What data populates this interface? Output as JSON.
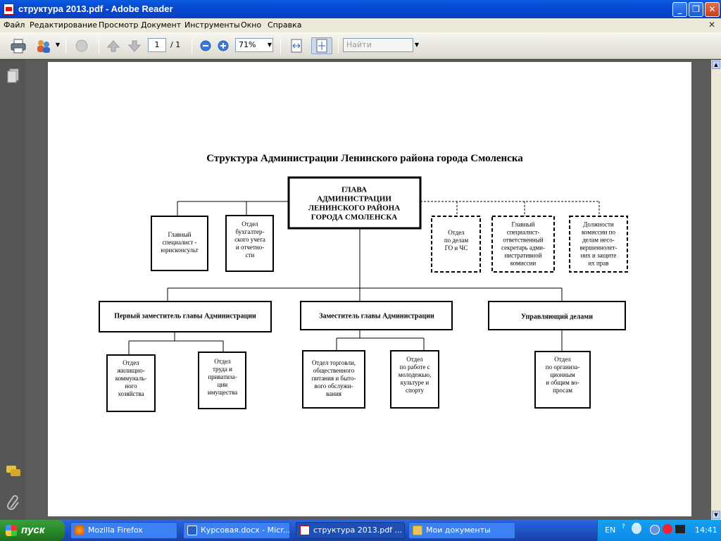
{
  "window": {
    "title": "структура 2013.pdf - Adobe Reader"
  },
  "menu": [
    "Файл",
    "Редактирование",
    "Просмотр",
    "Документ",
    "Инструменты",
    "Окно",
    "Справка"
  ],
  "toolbar": {
    "page_current": "1",
    "page_total": "/ 1",
    "zoom": "71%",
    "search_placeholder": "Найти"
  },
  "document": {
    "title": "Структура  Администрации  Ленинского  района  города Смоленска",
    "head_box": [
      "ГЛАВА",
      "АДМИНИСТРАЦИИ",
      "ЛЕНИНСКОГО РАЙОНА",
      "ГОРОДА СМОЛЕНСКА"
    ],
    "left_boxes": [
      [
        "Главный",
        "специалист -",
        "юрисконсульт"
      ],
      [
        "Отдел",
        "бухгалтер-",
        "ского учета",
        "и отчетно-",
        "сти"
      ]
    ],
    "dashed_boxes": [
      [
        "Отдел",
        "по делам",
        "ГО и ЧС"
      ],
      [
        "Главный",
        "специалист-",
        "ответственный",
        "секретарь адми-",
        "нистративной",
        "комиссии"
      ],
      [
        "Должности",
        "комиссии по",
        "делам несо-",
        "вершеннолет-",
        "них и защите",
        "их прав"
      ]
    ],
    "deputies": [
      "Первый заместитель главы Администрации",
      "Заместитель главы Администрации",
      "Управляющий  делами"
    ],
    "departments": [
      [
        "Отдел",
        "жилищно-",
        "коммуналь-",
        "ного",
        "хозяйства"
      ],
      [
        "Отдел",
        "труда  и",
        "приватиза-",
        "ции",
        "имущества"
      ],
      [
        "Отдел  торговли,",
        "общественного",
        "питания и быто-",
        "вого обслужи-",
        "вания"
      ],
      [
        "Отдел",
        "по работе с",
        "молодежью,",
        "культуре и",
        "спорту"
      ],
      [
        "Отдел",
        "по организа-",
        "ционным",
        "и общим во-",
        "просам"
      ]
    ]
  },
  "taskbar": {
    "start": "пуск",
    "tasks": [
      "Mozilla Firefox",
      "Курсовая.docx - Micr...",
      "структура 2013.pdf ...",
      "Мои документы"
    ],
    "lang": "EN",
    "clock": "14:41"
  }
}
